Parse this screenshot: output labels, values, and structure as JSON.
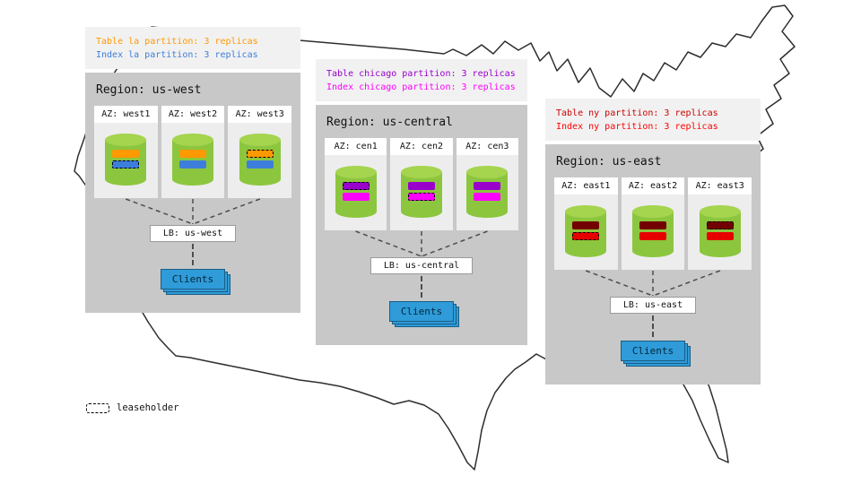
{
  "legend": {
    "label": "leaseholder"
  },
  "colors": {
    "cylinder_green": "#8CC63E",
    "cylinder_top_green": "#A5D44E",
    "region_gray": "#C8C8C8",
    "az_gray": "#EDEDED",
    "annotation_gray": "#F1F1F1",
    "clients_blue": "#2F9BD8",
    "map_outline": "#2E2E2E"
  },
  "regions": [
    {
      "title": "Region: us-west",
      "annotation": {
        "lines": [
          {
            "text": "Table la partition: 3 replicas",
            "color": "#FF9900"
          },
          {
            "text": "Index la partition: 3 replicas",
            "color": "#3D7EDB"
          }
        ]
      },
      "azs": [
        {
          "label": "AZ: west1",
          "bars": [
            {
              "color": "#FF9900",
              "leaseholder": false
            },
            {
              "color": "#3D7EDB",
              "leaseholder": true
            }
          ]
        },
        {
          "label": "AZ: west2",
          "bars": [
            {
              "color": "#FF9900",
              "leaseholder": false
            },
            {
              "color": "#3D7EDB",
              "leaseholder": false
            }
          ]
        },
        {
          "label": "AZ: west3",
          "bars": [
            {
              "color": "#FF9900",
              "leaseholder": true
            },
            {
              "color": "#3D7EDB",
              "leaseholder": false
            }
          ]
        }
      ],
      "lb_label": "LB: us-west",
      "clients_label": "Clients"
    },
    {
      "title": "Region: us-central",
      "annotation": {
        "lines": [
          {
            "text": "Table chicago partition: 3 replicas",
            "color": "#9900CC"
          },
          {
            "text": "Index chicago partition: 3 replicas",
            "color": "#FF00FF"
          }
        ]
      },
      "azs": [
        {
          "label": "AZ: cen1",
          "bars": [
            {
              "color": "#9900CC",
              "leaseholder": true
            },
            {
              "color": "#FF00FF",
              "leaseholder": false
            }
          ]
        },
        {
          "label": "AZ: cen2",
          "bars": [
            {
              "color": "#9900CC",
              "leaseholder": false
            },
            {
              "color": "#FF00FF",
              "leaseholder": true
            }
          ]
        },
        {
          "label": "AZ: cen3",
          "bars": [
            {
              "color": "#9900CC",
              "leaseholder": false
            },
            {
              "color": "#FF00FF",
              "leaseholder": false
            }
          ]
        }
      ],
      "lb_label": "LB: us-central",
      "clients_label": "Clients"
    },
    {
      "title": "Region: us-east",
      "annotation": {
        "lines": [
          {
            "text": "Table ny partition: 3 replicas",
            "color": "#CC0000"
          },
          {
            "text": "Index ny partition: 3 replicas",
            "color": "#FF0000"
          }
        ]
      },
      "azs": [
        {
          "label": "AZ: east1",
          "bars": [
            {
              "color": "#730000",
              "leaseholder": false
            },
            {
              "color": "#E60000",
              "leaseholder": true
            }
          ]
        },
        {
          "label": "AZ: east2",
          "bars": [
            {
              "color": "#730000",
              "leaseholder": false
            },
            {
              "color": "#E60000",
              "leaseholder": false
            }
          ]
        },
        {
          "label": "AZ: east3",
          "bars": [
            {
              "color": "#730000",
              "leaseholder": true
            },
            {
              "color": "#E60000",
              "leaseholder": false
            }
          ]
        }
      ],
      "lb_label": "LB: us-east",
      "clients_label": "Clients"
    }
  ]
}
